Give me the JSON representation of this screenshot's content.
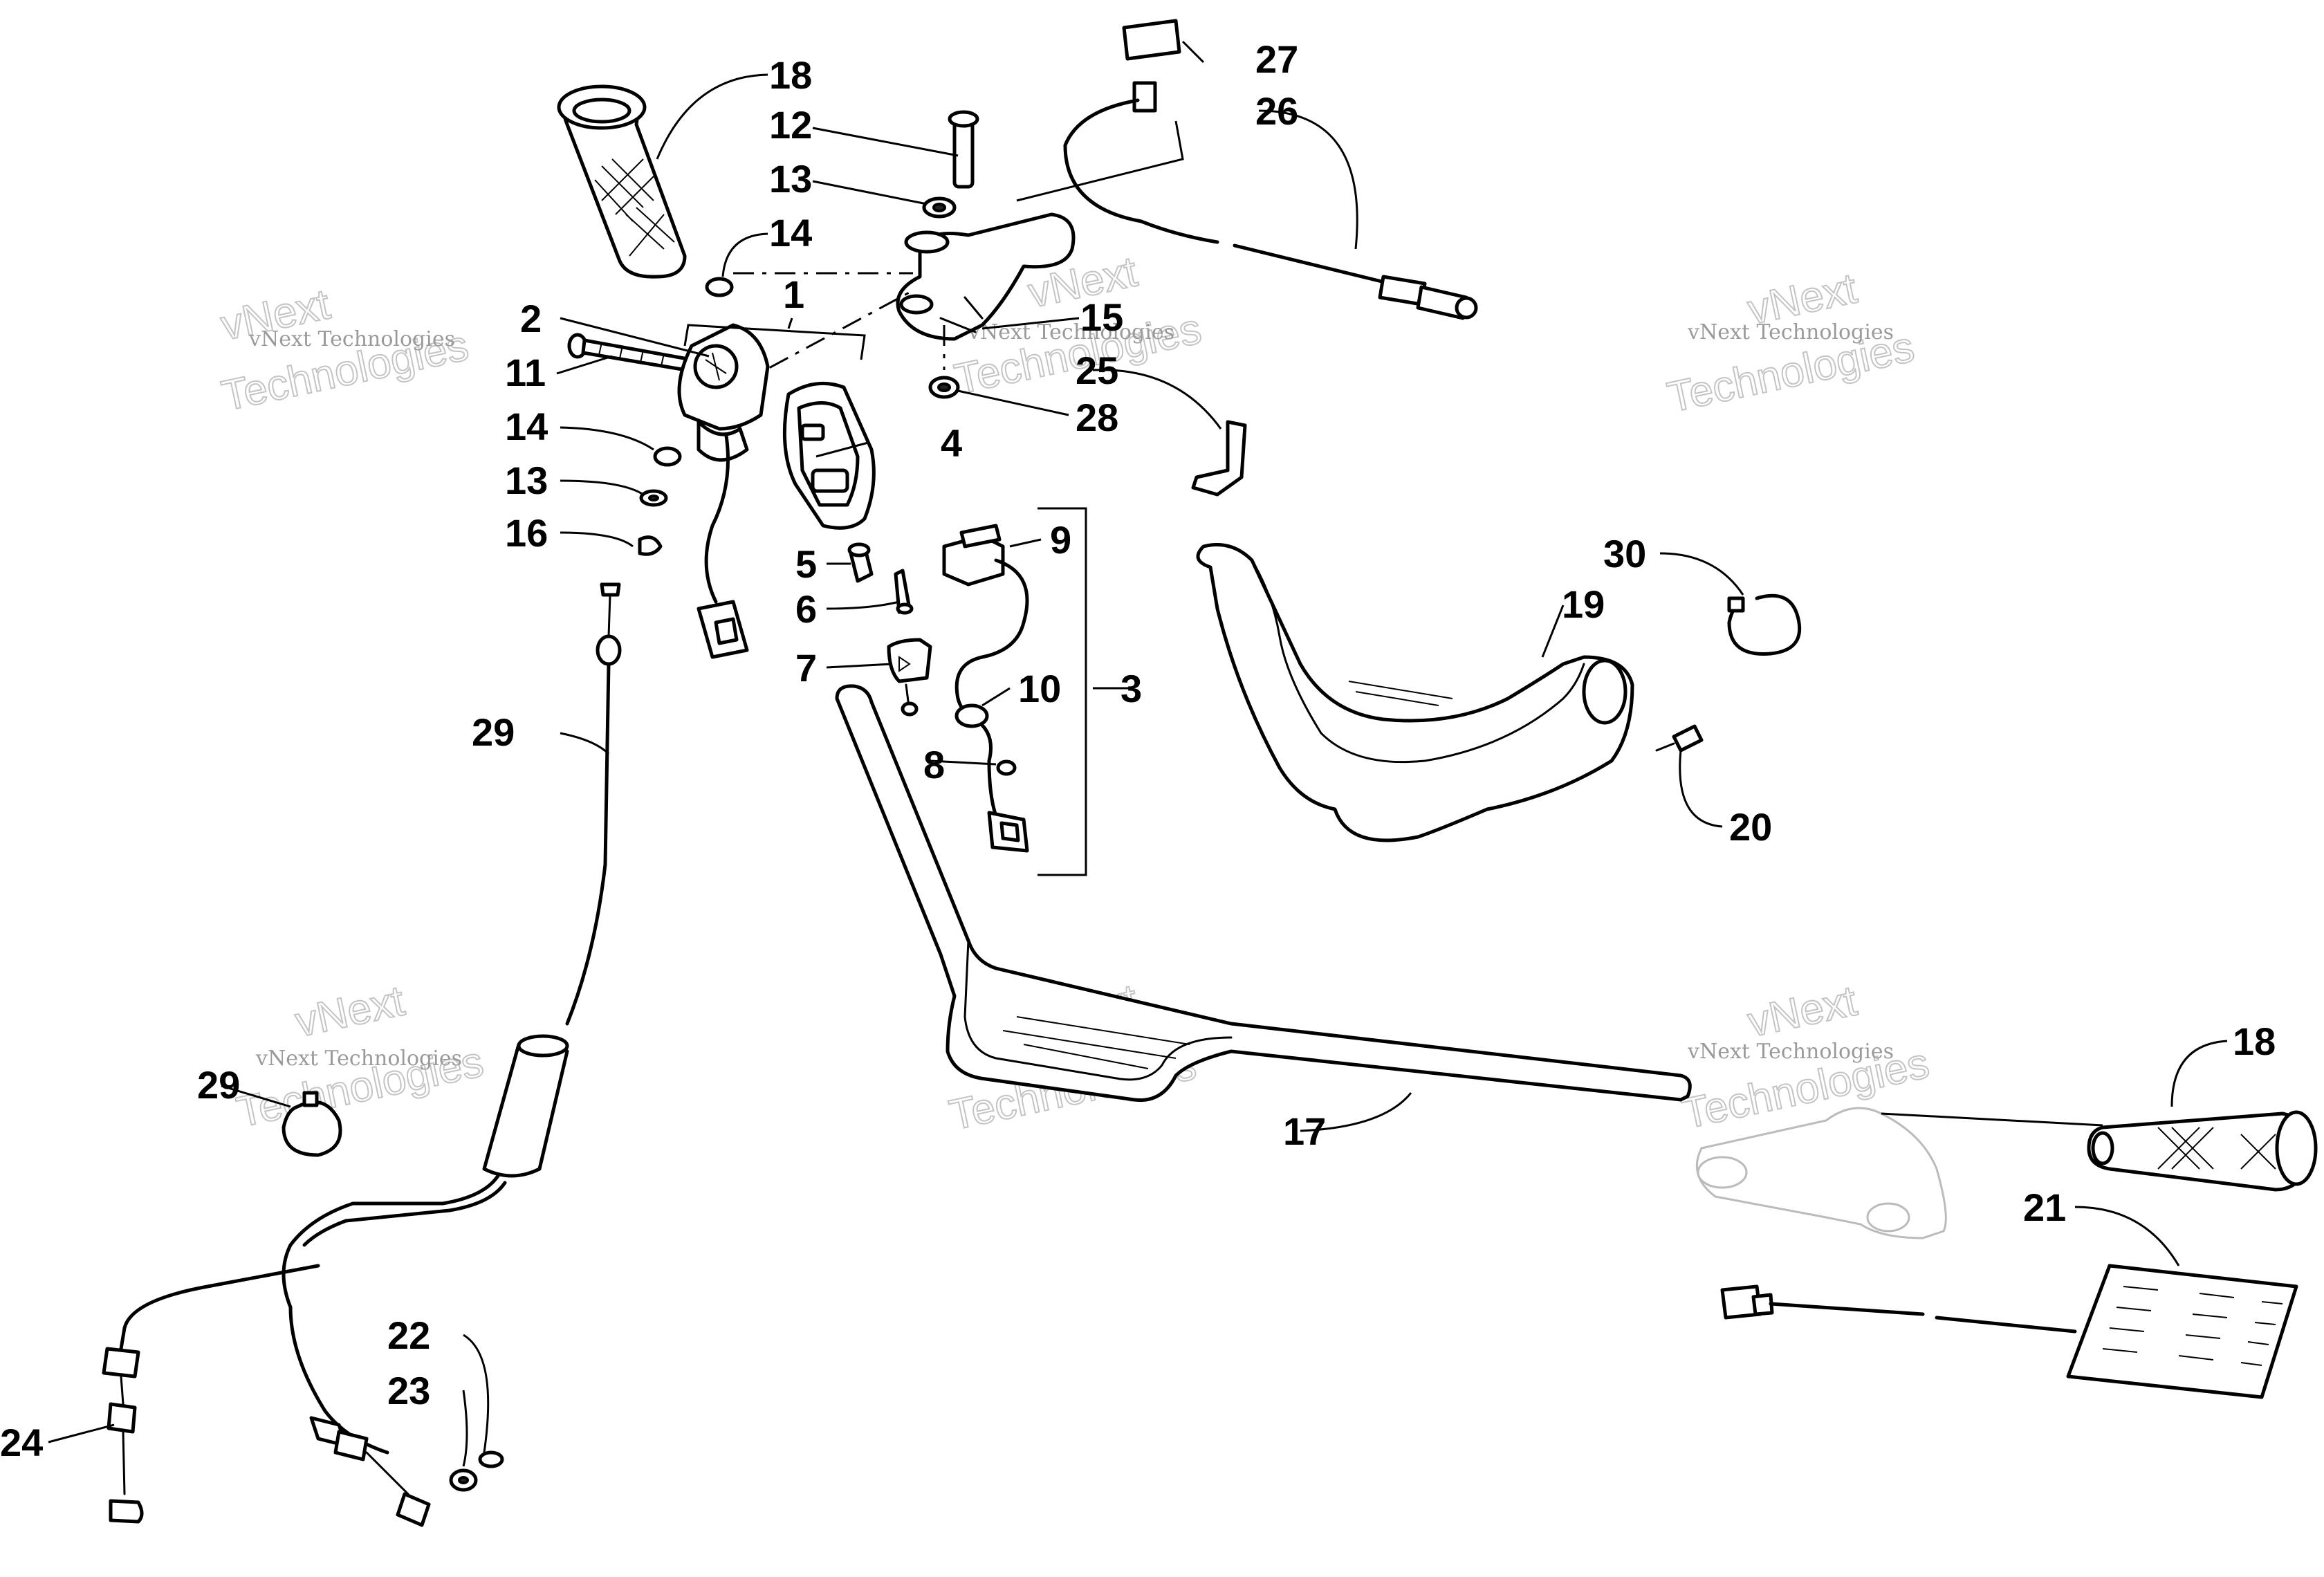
{
  "callouts": [
    {
      "id": "c1",
      "text": "1"
    },
    {
      "id": "c2",
      "text": "2"
    },
    {
      "id": "c3",
      "text": "3"
    },
    {
      "id": "c4",
      "text": "4"
    },
    {
      "id": "c5",
      "text": "5"
    },
    {
      "id": "c6",
      "text": "6"
    },
    {
      "id": "c7",
      "text": "7"
    },
    {
      "id": "c8",
      "text": "8"
    },
    {
      "id": "c9",
      "text": "9"
    },
    {
      "id": "c10",
      "text": "10"
    },
    {
      "id": "c11",
      "text": "11"
    },
    {
      "id": "c12",
      "text": "12"
    },
    {
      "id": "c13a",
      "text": "13"
    },
    {
      "id": "c13b",
      "text": "13"
    },
    {
      "id": "c14a",
      "text": "14"
    },
    {
      "id": "c14b",
      "text": "14"
    },
    {
      "id": "c15",
      "text": "15"
    },
    {
      "id": "c16",
      "text": "16"
    },
    {
      "id": "c17",
      "text": "17"
    },
    {
      "id": "c18a",
      "text": "18"
    },
    {
      "id": "c18b",
      "text": "18"
    },
    {
      "id": "c19",
      "text": "19"
    },
    {
      "id": "c20",
      "text": "20"
    },
    {
      "id": "c21",
      "text": "21"
    },
    {
      "id": "c22",
      "text": "22"
    },
    {
      "id": "c23",
      "text": "23"
    },
    {
      "id": "c24",
      "text": "24"
    },
    {
      "id": "c25",
      "text": "25"
    },
    {
      "id": "c26",
      "text": "26"
    },
    {
      "id": "c27",
      "text": "27"
    },
    {
      "id": "c28",
      "text": "28"
    },
    {
      "id": "c29a",
      "text": "29"
    },
    {
      "id": "c29b",
      "text": "29"
    },
    {
      "id": "c30",
      "text": "30"
    }
  ],
  "watermark": {
    "line1": "vNext Technologies",
    "line2": "vNext",
    "line3": "Technologies"
  }
}
